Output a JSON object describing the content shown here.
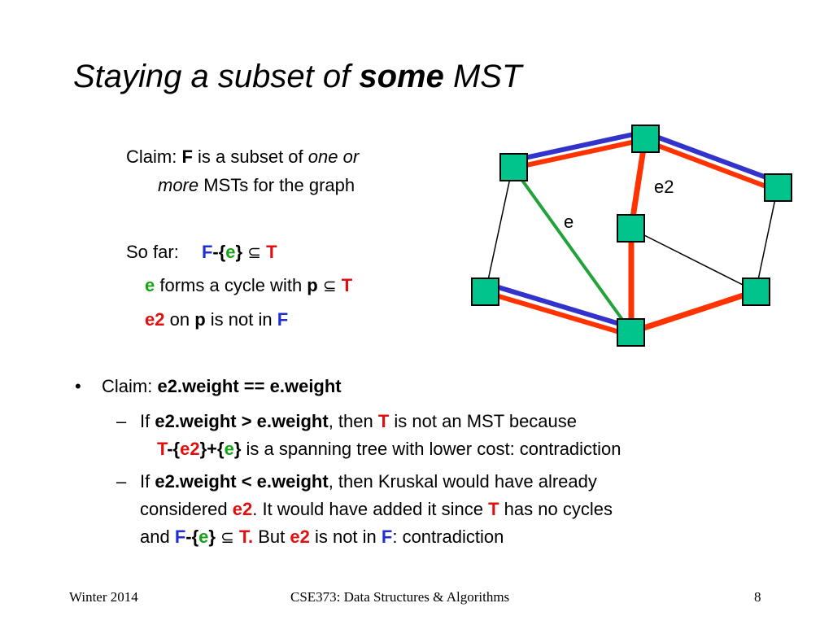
{
  "title": {
    "prefix": "Staying a subset of ",
    "bold": "some",
    "suffix": " MST"
  },
  "claim": {
    "label": "Claim: ",
    "F": "F",
    "text1": " is a subset of ",
    "italic1": "one or",
    "italic2": "more",
    "text2": " MSTs for the graph"
  },
  "sofar": {
    "label": "So far:",
    "F": "F",
    "minus": "-{",
    "e": "e",
    "close": "}",
    "subset": "⊆",
    "T": "T"
  },
  "cycle_line": {
    "e": "e",
    "text": " forms a cycle with ",
    "p": "p",
    "subset": "⊆",
    "T": "T"
  },
  "e2_line": {
    "e2": "e2",
    "on": " on ",
    "p": "p",
    "text": " is not in ",
    "F": "F"
  },
  "bullet": {
    "marker": "•",
    "label": "Claim: ",
    "bold": "e2.weight == e.weight"
  },
  "sub1": {
    "dash": "–",
    "if": "If ",
    "cond": "e2.weight > e.weight",
    "then": ", then ",
    "T": "T",
    "rest": " is not an MST because",
    "l2_T": "T",
    "l2_a": "-{",
    "l2_e2": "e2",
    "l2_b": "}+{",
    "l2_e": "e",
    "l2_c": "}",
    "l2_rest": " is a spanning tree with lower cost: contradiction"
  },
  "sub2": {
    "dash": "–",
    "if": "If ",
    "cond": "e2.weight < e.weight",
    "then": ", then Kruskal would have already",
    "l2_a": "considered ",
    "l2_e2": "e2",
    "l2_b": ".  It would have added it since ",
    "l2_T": "T",
    "l2_c": " has no cycles",
    "l3_a": "and ",
    "l3_F": "F",
    "l3_b": "-{",
    "l3_e": "e",
    "l3_c": "}",
    "l3_subset": "⊆",
    "l3_T": " T.",
    "l3_d": "  But ",
    "l3_e2": "e2",
    "l3_e2rest": " is not in ",
    "l3_F2": "F",
    "l3_end": ": contradiction"
  },
  "graph": {
    "label_e": "e",
    "label_e2": "e2"
  },
  "footer": {
    "left": "Winter 2014",
    "center": "CSE373: Data Structures & Algorithms",
    "right": "8"
  },
  "colors": {
    "node": "#00c48c",
    "red_edge": "#ff3300",
    "blue_edge": "#3333cc",
    "green_edge": "#22a33a"
  }
}
